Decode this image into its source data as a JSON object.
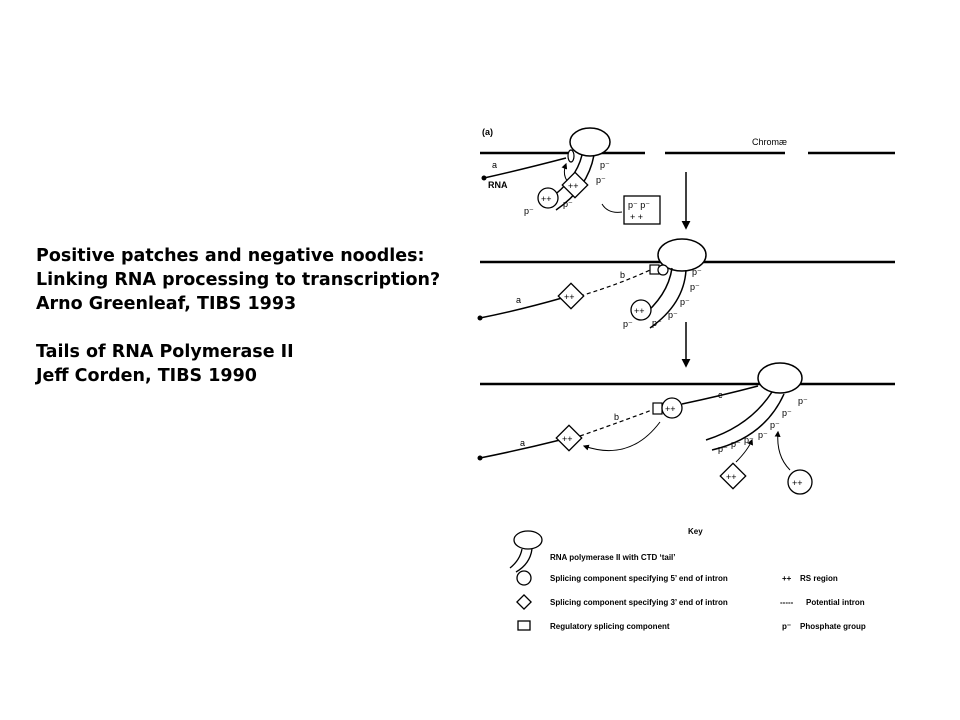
{
  "text_block": {
    "line1": "Positive patches and negative noodles:",
    "line2": "Linking RNA processing to transcription?",
    "line3": "Arno Greenleaf, TIBS 1993",
    "line4": "Tails of RNA Polymerase II",
    "line5": "Jeff Corden, TIBS 1990"
  },
  "figure": {
    "panel_label": "(a)",
    "chrom_label": "Chromæ",
    "rna_label": "RNA",
    "label_a": "a",
    "label_b": "b",
    "label_c": "c",
    "rs_mark": "++",
    "phos_mark": "p⁻",
    "legend_box_phos": "p⁻ p⁻",
    "legend_box_plus": "+ +",
    "key": {
      "title": "Key",
      "pol": "RNA polymerase II with CTD ‘tail’",
      "circle": "Splicing component specifying 5’ end of intron",
      "diamond": "Splicing component specifying 3’ end of intron",
      "rect": "Regulatory splicing component",
      "rs_symbol": "++",
      "rs_label": "RS region",
      "intron_symbol": "-----",
      "intron_label": "Potential intron",
      "phos_symbol": "p⁻",
      "phos_label": "Phosphate group"
    }
  }
}
